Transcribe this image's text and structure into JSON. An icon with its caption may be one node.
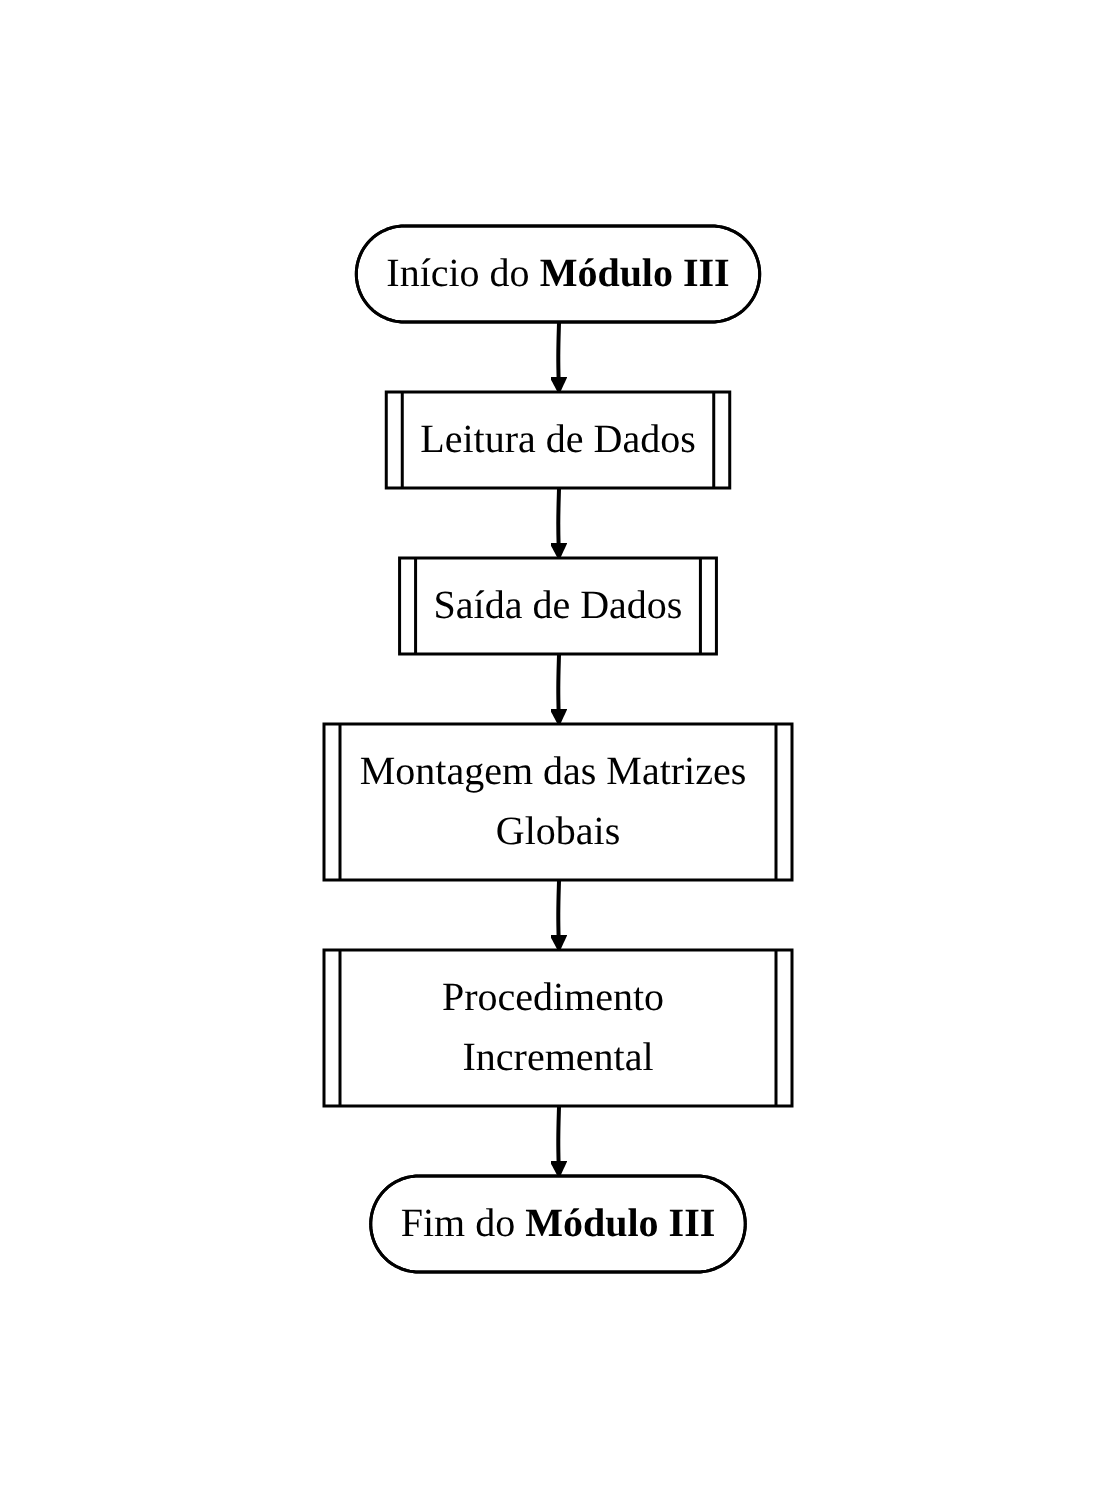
{
  "diagram": {
    "nodes": [
      {
        "text": [
          "Início do **Módulo III**"
        ]
      },
      {
        "text": [
          "Leitura de Dados"
        ]
      },
      {
        "text": [
          "Saída de Dados"
        ]
      },
      {
        "text": [
          "Montagem das Matrizes Globais"
        ]
      },
      {
        "text": [
          "Procedimento Incremental"
        ]
      },
      {
        "text": [
          "Fim do **Módulo III**"
        ]
      }
    ],
    "edges": [
      {
        "from": 0,
        "to": 1,
        "arrow": "to"
      },
      {
        "from": 1,
        "to": 2,
        "arrow": "to"
      },
      {
        "from": 2,
        "to": 3,
        "arrow": "to"
      },
      {
        "from": 3,
        "to": 4,
        "arrow": "to"
      },
      {
        "from": 4,
        "to": 5,
        "arrow": "to"
      }
    ]
  }
}
